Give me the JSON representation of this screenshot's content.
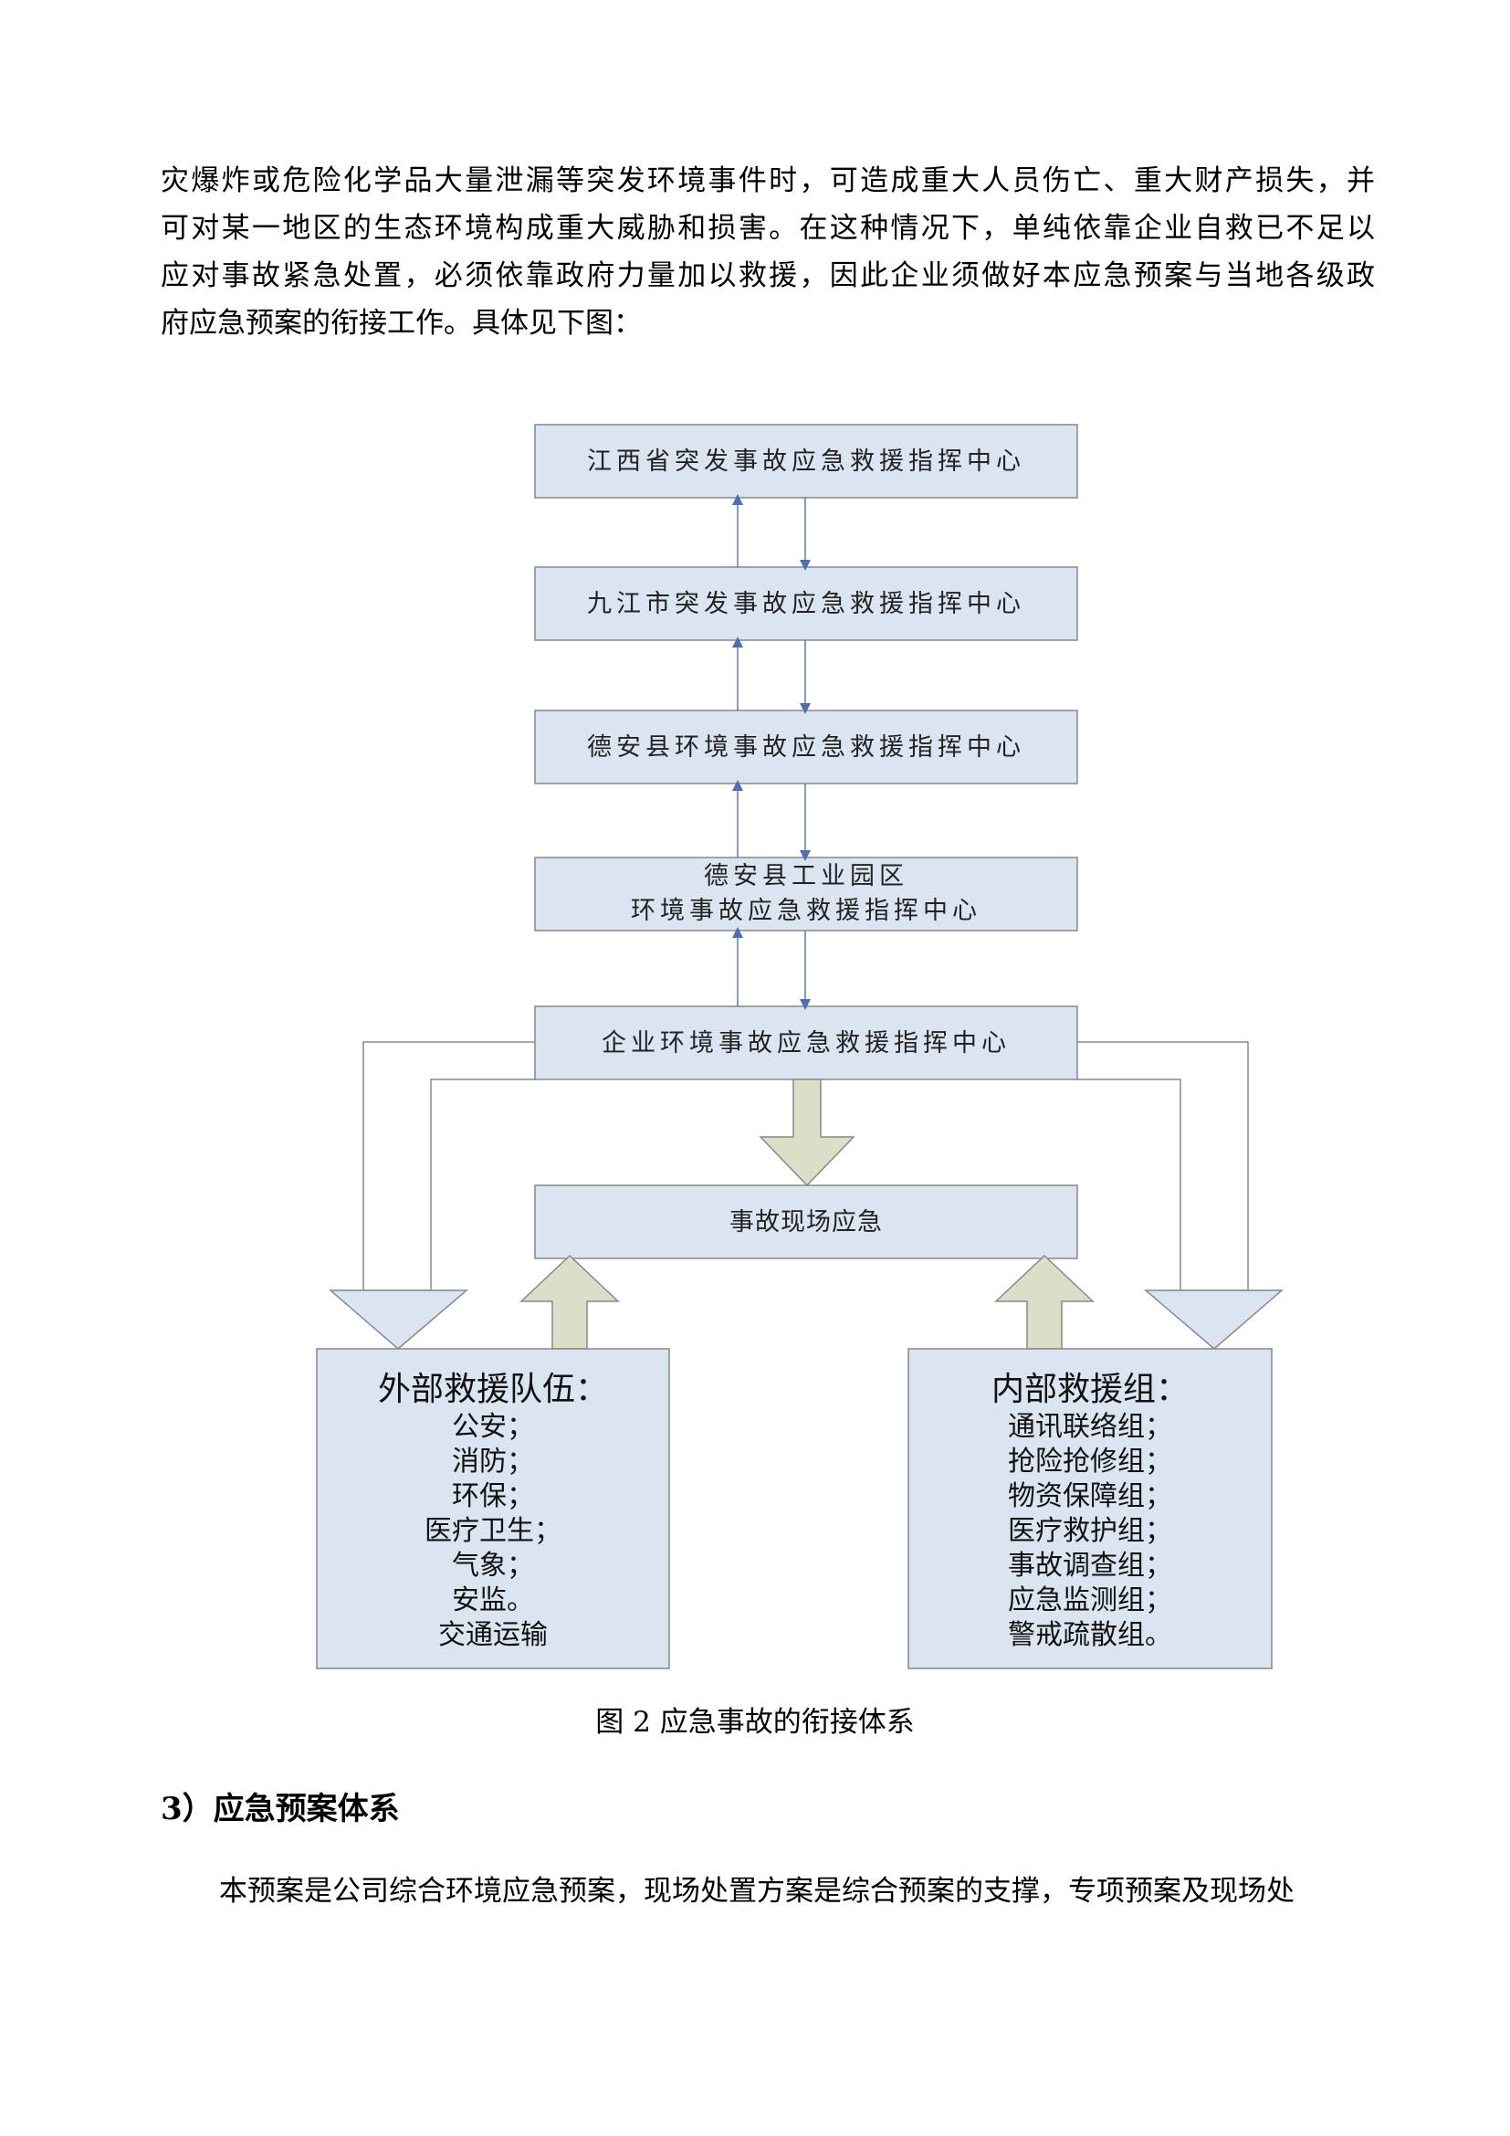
{
  "intro": {
    "lines": [
      "灾爆炸或危险化学品大量泄漏等突发环境事件时，可造成重大人员伤亡、重大财产损失，并",
      "可对某一地区的生态环境构成重大威胁和损害。在这种情况下，单纯依靠企业自救已不足以",
      "应对事故紧急处置，必须依靠政府力量加以救援，因此企业须做好本应急预案与当地各级政",
      "府应急预案的衔接工作。具体见下图："
    ]
  },
  "diagram": {
    "levels": [
      {
        "lines": [
          "江西省突发事故应急救援指挥中心"
        ]
      },
      {
        "lines": [
          "九江市突发事故应急救援指挥中心"
        ]
      },
      {
        "lines": [
          "德安县环境事故应急救援指挥中心"
        ]
      },
      {
        "lines": [
          "德安县工业园区",
          "环境事故应急救援指挥中心"
        ]
      },
      {
        "lines": [
          "企业环境事故应急救援指挥中心"
        ]
      }
    ],
    "scene": "事故现场应急",
    "external": {
      "title": "外部救援队伍：",
      "items": [
        "公安；",
        "消防；",
        "环保；",
        "医疗卫生；",
        "气象；",
        "安监。",
        "交通运输"
      ]
    },
    "internal": {
      "title": "内部救援组：",
      "items": [
        "通讯联络组；",
        "抢险抢修组；",
        "物资保障组；",
        "医疗救护组；",
        "事故调查组；",
        "应急监测组；",
        "警戒疏散组。"
      ]
    },
    "colors": {
      "box_fill": "#dbe5f1",
      "big_arrow_fill": "#dcdfc8",
      "thin_arrow": "#4f6fb0"
    }
  },
  "caption": "图 2  应急事故的衔接体系",
  "section_heading": "3）应急预案体系",
  "body_line": "本预案是公司综合环境应急预案，现场处置方案是综合预案的支撑，专项预案及现场处"
}
